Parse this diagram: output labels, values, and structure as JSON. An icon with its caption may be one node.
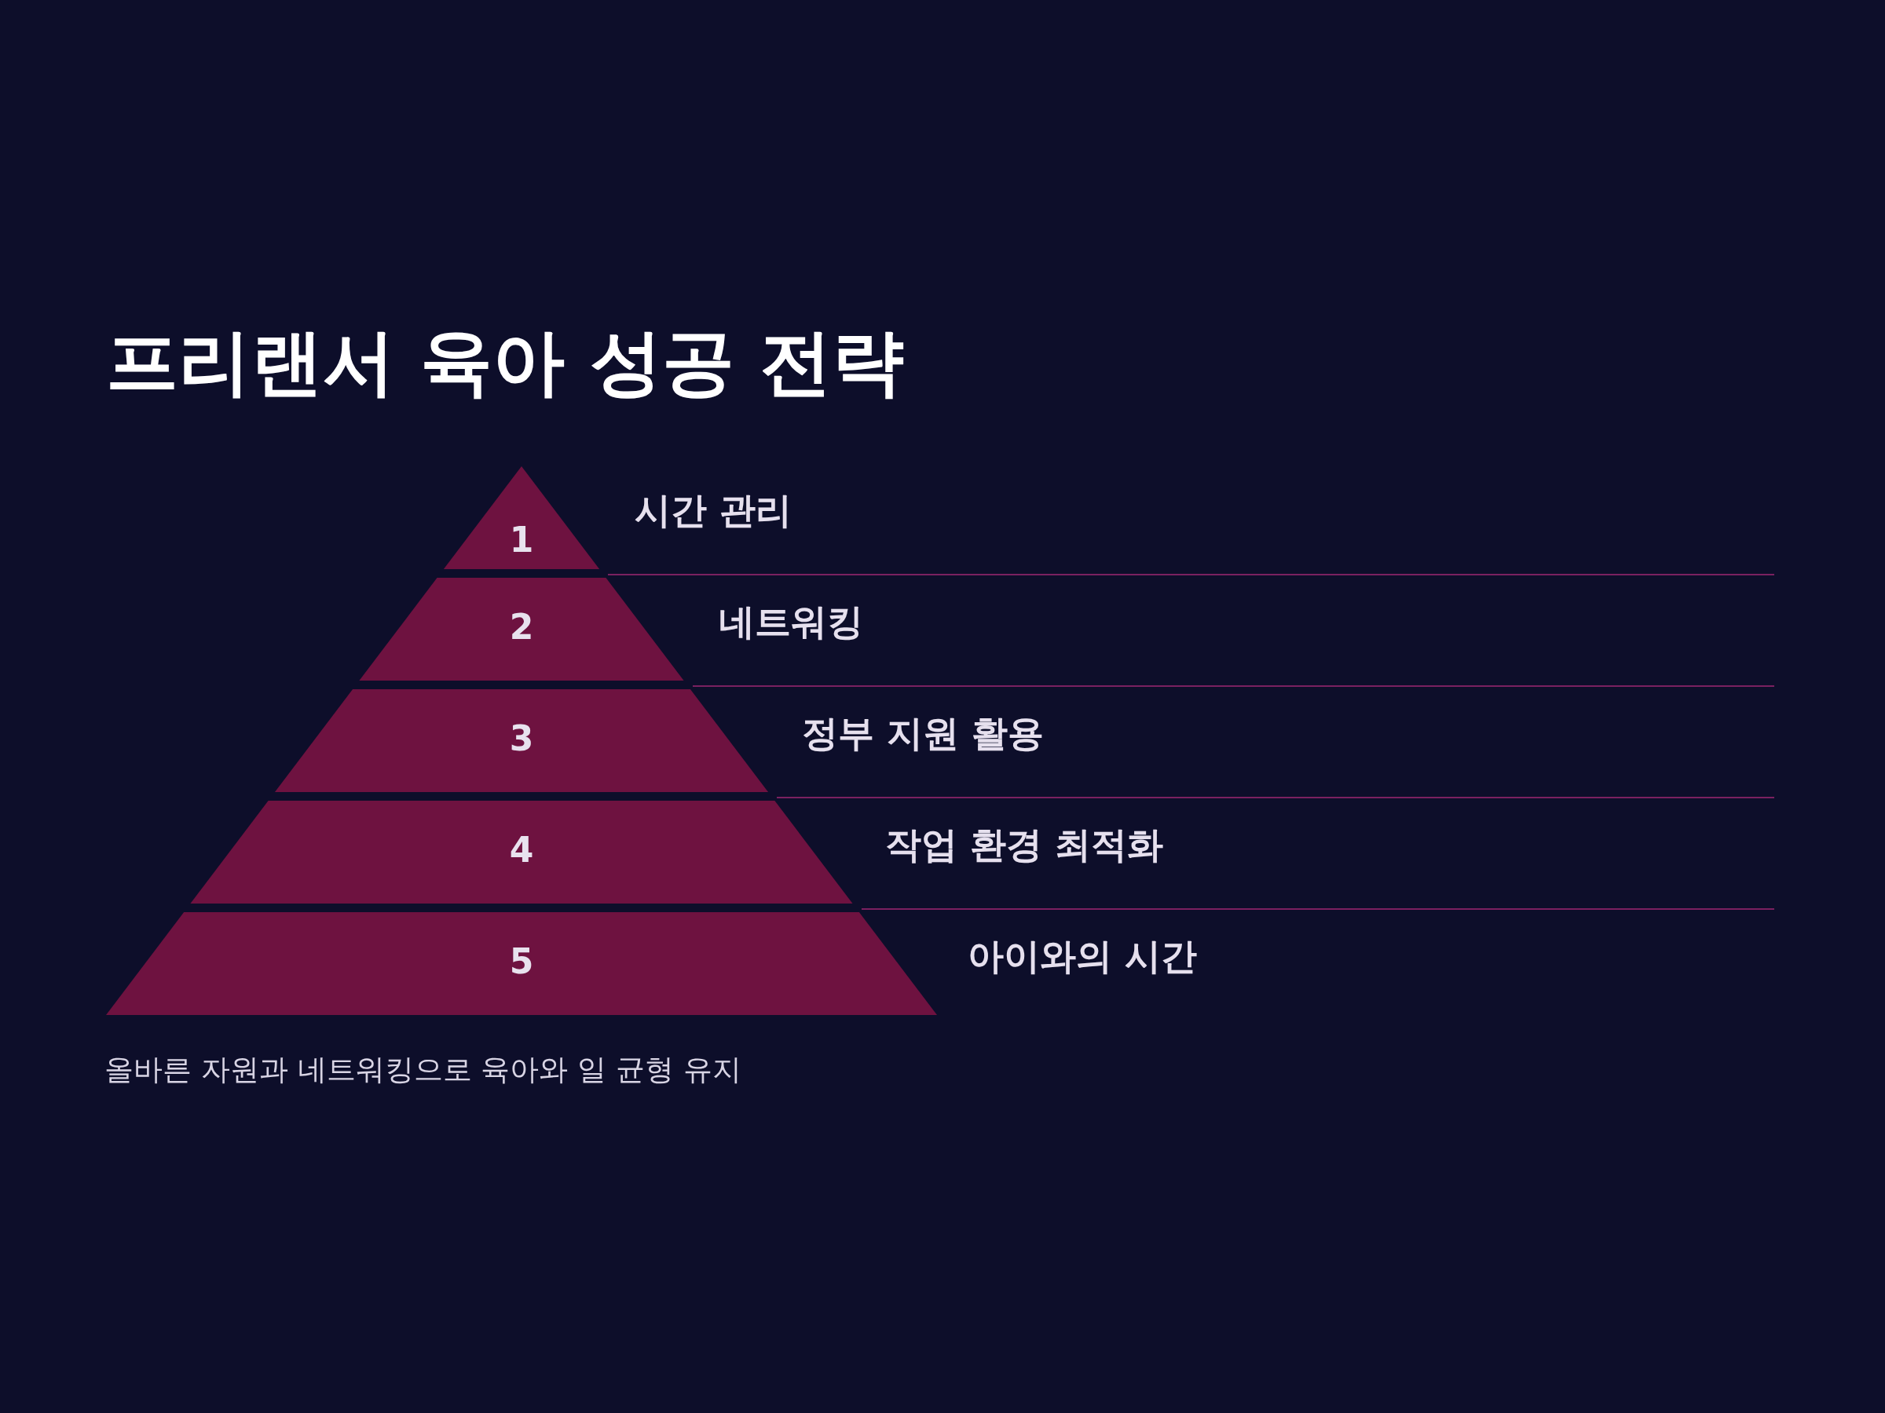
{
  "diagram": {
    "title": "프리랜서 육아 성공 전략",
    "nodes": [
      {
        "text": [
          "1"
        ],
        "beside": [
          "시간 관리"
        ]
      },
      {
        "text": [
          "2"
        ],
        "beside": [
          "네트워킹"
        ]
      },
      {
        "text": [
          "3"
        ],
        "beside": [
          "정부 지원 활용"
        ]
      },
      {
        "text": [
          "4"
        ],
        "beside": [
          "작업 환경 최적화"
        ]
      },
      {
        "text": [
          "5"
        ],
        "beside": [
          "아이와의 시간"
        ]
      }
    ],
    "caption": "올바른 자원과 네트워킹으로 육아와 일 균형 유지"
  }
}
